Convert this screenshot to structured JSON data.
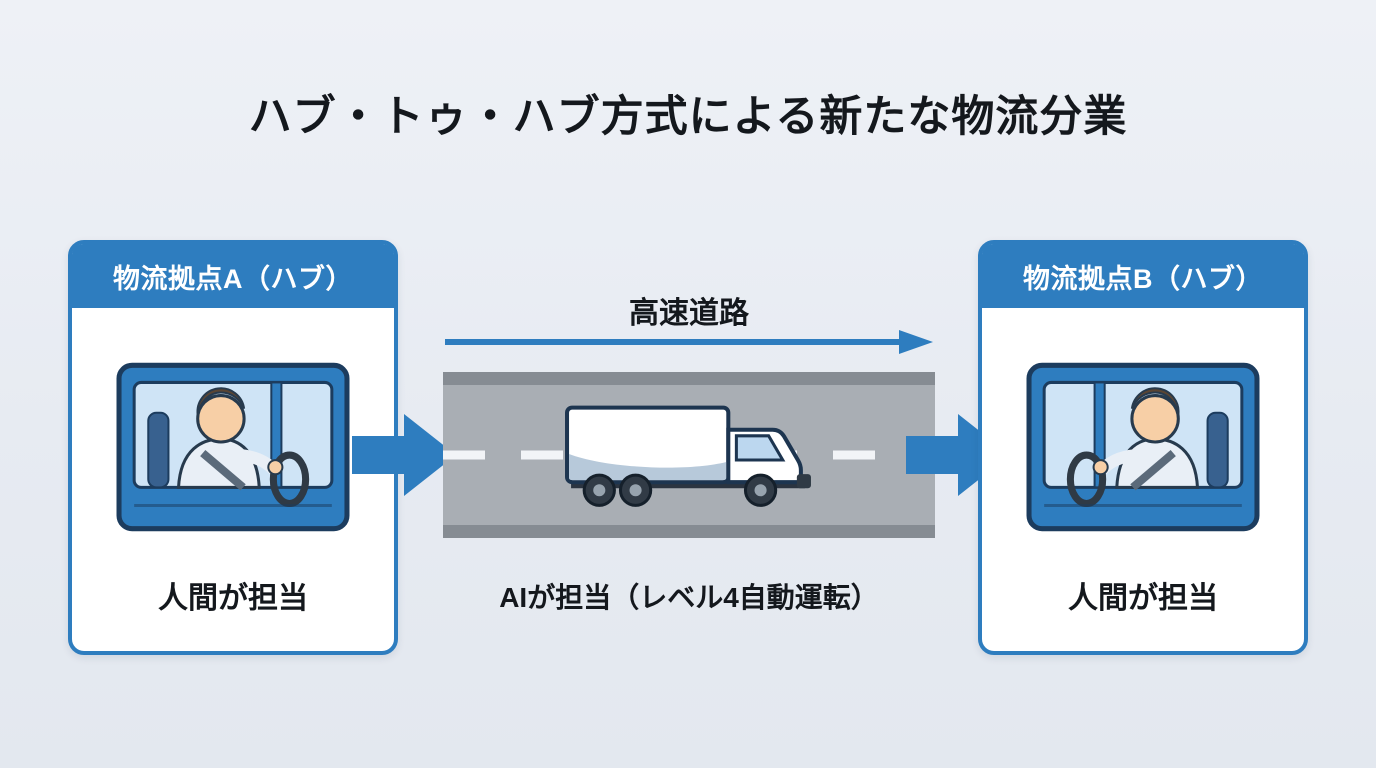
{
  "title": "ハブ・トゥ・ハブ方式による新たな物流分業",
  "hub_a": {
    "header": "物流拠点A（ハブ）",
    "caption": "人間が担当"
  },
  "hub_b": {
    "header": "物流拠点B（ハブ）",
    "caption": "人間が担当"
  },
  "highway": {
    "label": "高速道路",
    "caption": "AIが担当（レベル4自動運転）"
  },
  "icons": {
    "flow_arrow": "right-arrow",
    "highway_arrow": "right-arrow-line",
    "driver": "human-driver-in-truck-cab",
    "truck": "autonomous-box-truck"
  },
  "colors": {
    "accent": "#2e7dbf",
    "accent_dark": "#1c3c5e",
    "background": "#e9edf3",
    "road": "#a9aeb4",
    "road_edge": "#868c93",
    "text": "#14181d",
    "card_bg": "#ffffff"
  }
}
